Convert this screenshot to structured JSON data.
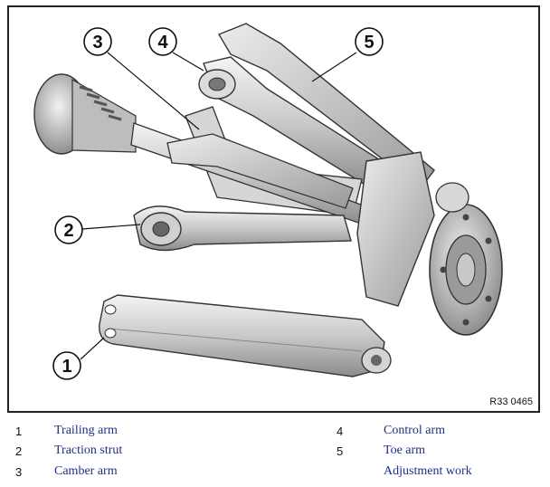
{
  "figure": {
    "id": "R33 0465",
    "callouts": [
      "1",
      "2",
      "3",
      "4",
      "5"
    ]
  },
  "legend": {
    "left": [
      {
        "num": "1",
        "label": "Trailing arm"
      },
      {
        "num": "2",
        "label": "Traction strut"
      },
      {
        "num": "3",
        "label": "Camber arm"
      }
    ],
    "right": [
      {
        "num": "4",
        "label": "Control arm"
      },
      {
        "num": "5",
        "label": "Toe arm"
      },
      {
        "num": "",
        "label": "Adjustment work"
      }
    ]
  }
}
